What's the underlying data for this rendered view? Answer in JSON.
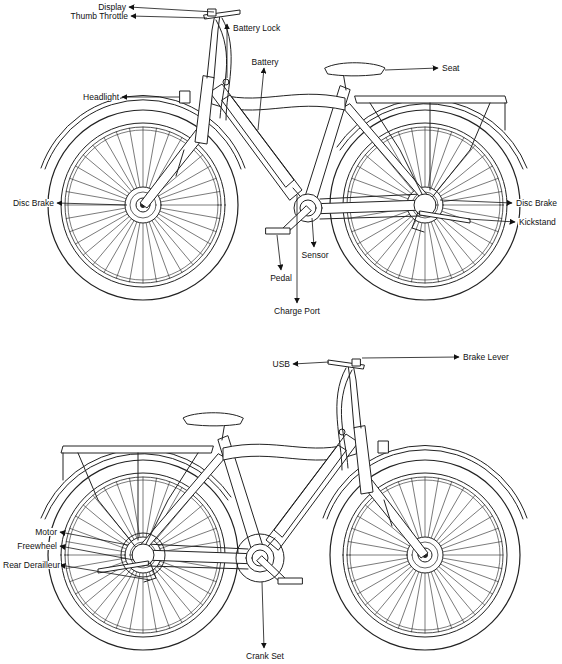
{
  "diagram": {
    "labels": [
      "Display",
      "Thumb Throttle",
      "Battery Lock",
      "Battery",
      "Seat",
      "Headlight",
      "Disc Brake",
      "Disc Brake",
      "Kickstand",
      "Sensor",
      "Pedal",
      "Charge Port",
      "USB",
      "Brake Lever",
      "Motor",
      "Freewheel",
      "Rear Derailleur",
      "Crank Set"
    ]
  }
}
